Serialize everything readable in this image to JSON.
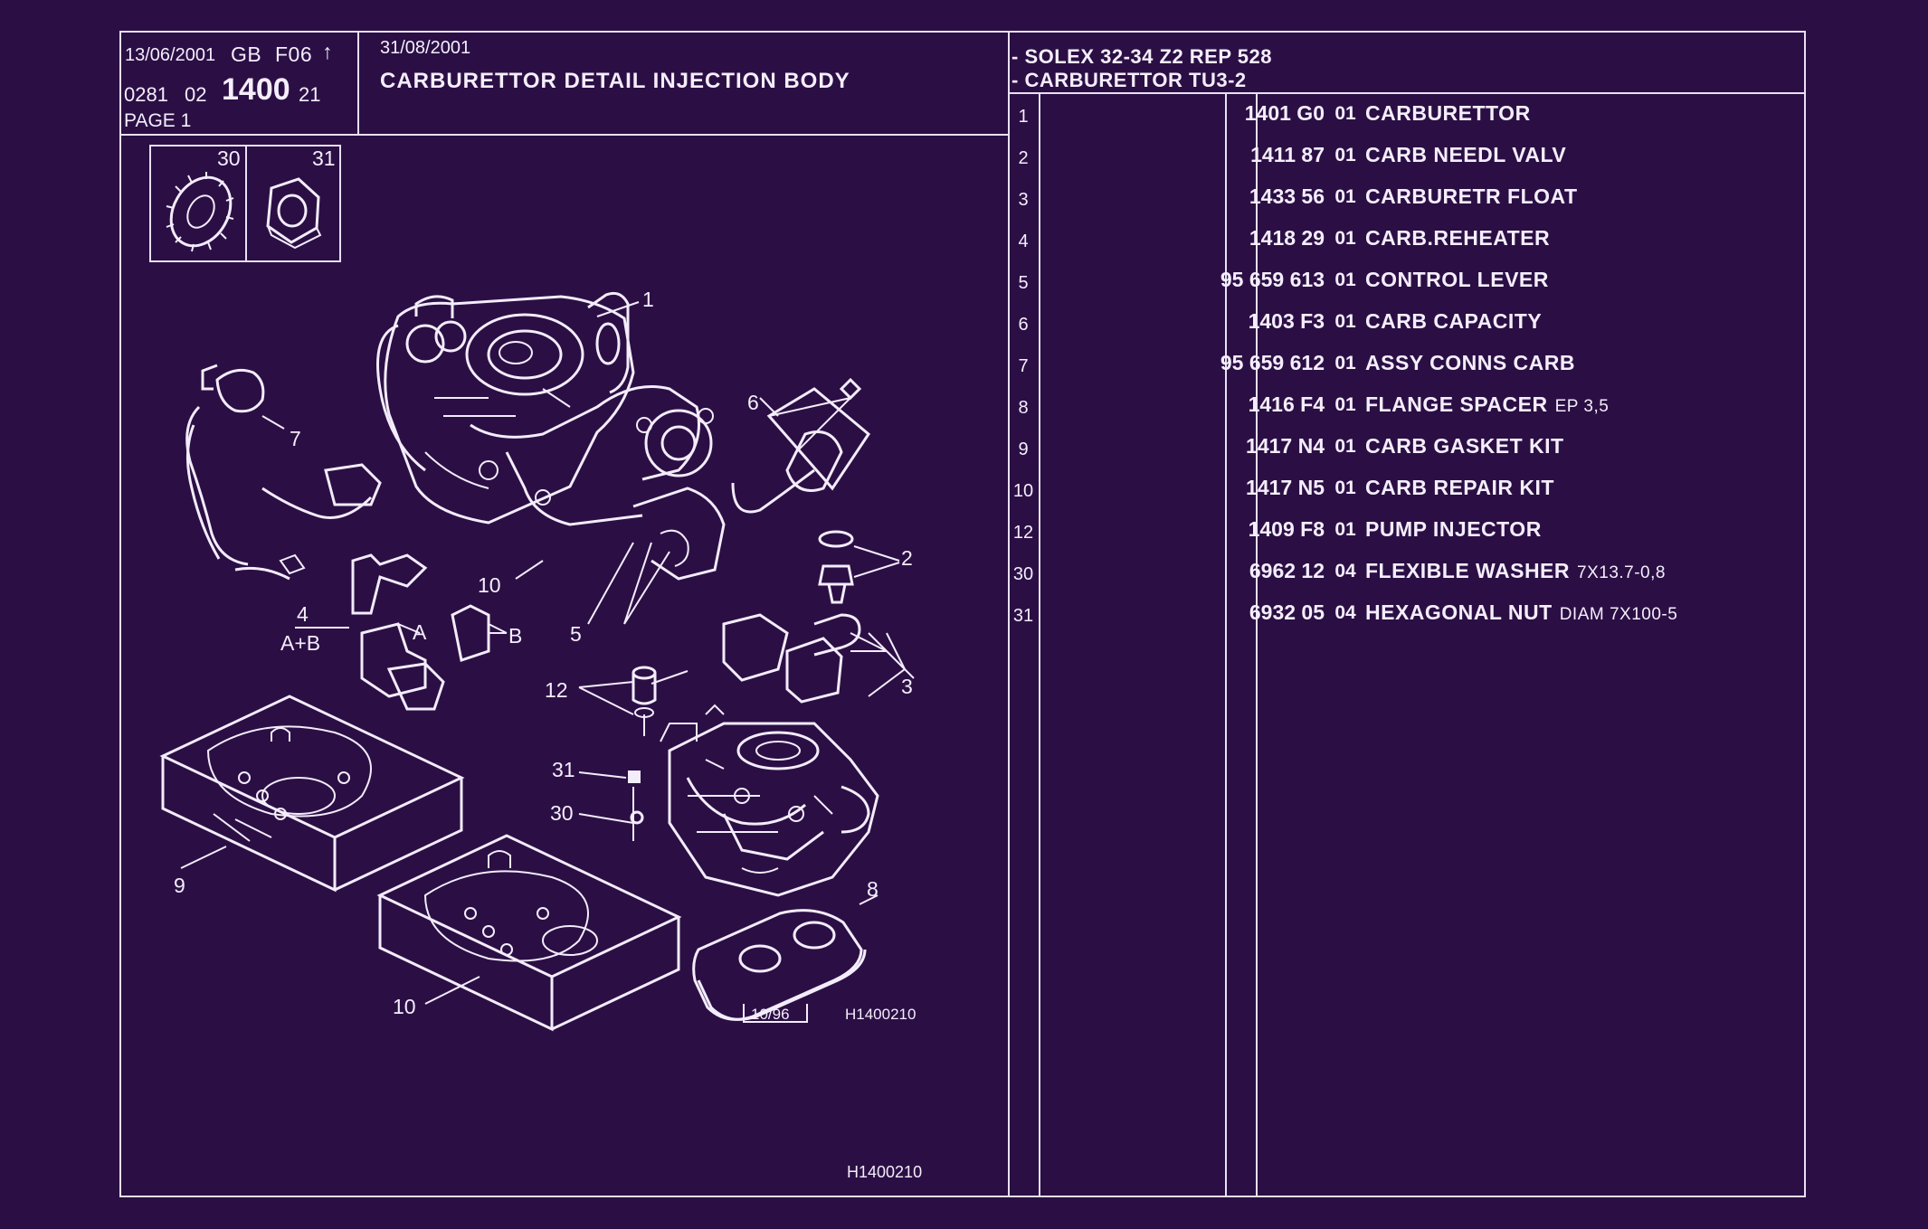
{
  "header": {
    "date1": "13/06/2001",
    "lang": "GB",
    "code": "F06",
    "arrow": "↑",
    "num_a": "0281",
    "num_b": "02",
    "group": "1400",
    "num_c": "21",
    "page": "PAGE  1",
    "date2": "31/08/2001",
    "title": "CARBURETTOR DETAIL INJECTION BODY",
    "ref1": "-  SOLEX 32-34 Z2 REP 528",
    "ref2": "-  CARBURETTOR TU3-2"
  },
  "inset": {
    "left": "30",
    "right": "31"
  },
  "diagram": {
    "callouts": [
      "1",
      "7",
      "6",
      "2",
      "10",
      "4",
      "A+B",
      "A",
      "B",
      "5",
      "3",
      "12",
      "31",
      "30",
      "9",
      "8",
      "10"
    ],
    "stamp": "10/96",
    "code": "H1400210"
  },
  "footer_code": "H1400210",
  "parts": [
    {
      "idx": "1",
      "ref": "1401 G0",
      "qty": "01",
      "desc": "CARBURETTOR",
      "note": ""
    },
    {
      "idx": "2",
      "ref": "1411 87",
      "qty": "01",
      "desc": "CARB NEEDL VALV",
      "note": ""
    },
    {
      "idx": "3",
      "ref": "1433 56",
      "qty": "01",
      "desc": "CARBURETR FLOAT",
      "note": ""
    },
    {
      "idx": "4",
      "ref": "1418 29",
      "qty": "01",
      "desc": "CARB.REHEATER",
      "note": ""
    },
    {
      "idx": "5",
      "ref": "95 659 613",
      "qty": "01",
      "desc": "CONTROL LEVER",
      "note": ""
    },
    {
      "idx": "6",
      "ref": "1403 F3",
      "qty": "01",
      "desc": "CARB CAPACITY",
      "note": ""
    },
    {
      "idx": "7",
      "ref": "95 659 612",
      "qty": "01",
      "desc": "ASSY CONNS CARB",
      "note": ""
    },
    {
      "idx": "8",
      "ref": "1416 F4",
      "qty": "01",
      "desc": "FLANGE SPACER",
      "note": "EP 3,5"
    },
    {
      "idx": "9",
      "ref": "1417 N4",
      "qty": "01",
      "desc": "CARB GASKET KIT",
      "note": ""
    },
    {
      "idx": "10",
      "ref": "1417 N5",
      "qty": "01",
      "desc": "CARB REPAIR KIT",
      "note": ""
    },
    {
      "idx": "12",
      "ref": "1409 F8",
      "qty": "01",
      "desc": "PUMP INJECTOR",
      "note": ""
    },
    {
      "idx": "30",
      "ref": "6962 12",
      "qty": "04",
      "desc": "FLEXIBLE WASHER",
      "note": "7X13.7-0,8"
    },
    {
      "idx": "31",
      "ref": "6932 05",
      "qty": "04",
      "desc": "HEXAGONAL NUT",
      "note": "DIAM 7X100-5"
    }
  ]
}
